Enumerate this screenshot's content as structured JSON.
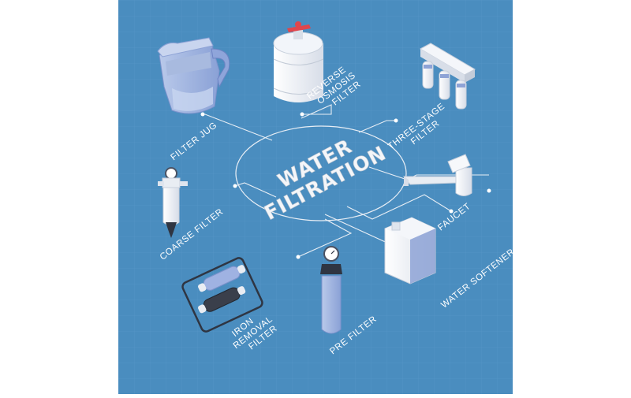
{
  "diagram": {
    "title_line1": "WATER",
    "title_line2": "FILTRATION",
    "colors": {
      "background": "#4a8dbf",
      "grid": "#6aa3cf",
      "lines": "#e8eef5"
    },
    "nodes": [
      {
        "id": "filter-jug",
        "label": "FILTER JUG",
        "icon": "filter-jug-icon"
      },
      {
        "id": "reverse-osmosis",
        "label_lines": [
          "REVERSE",
          "OSMOSIS",
          "FILTER"
        ],
        "icon": "reverse-osmosis-tank-icon"
      },
      {
        "id": "three-stage",
        "label_lines": [
          "THREE-STAGE",
          "FILTER"
        ],
        "icon": "three-stage-filter-icon"
      },
      {
        "id": "faucet",
        "label": "FAUCET",
        "icon": "faucet-icon"
      },
      {
        "id": "water-softener",
        "label": "WATER SOFTENER",
        "icon": "water-softener-icon"
      },
      {
        "id": "pre-filter",
        "label": "PRE FILTER",
        "icon": "pre-filter-icon"
      },
      {
        "id": "iron-removal",
        "label_lines": [
          "IRON",
          "REMOVAL",
          "FILTER"
        ],
        "icon": "iron-removal-filter-icon"
      },
      {
        "id": "coarse-filter",
        "label": "COARSE FILTER",
        "icon": "coarse-filter-icon"
      }
    ]
  }
}
